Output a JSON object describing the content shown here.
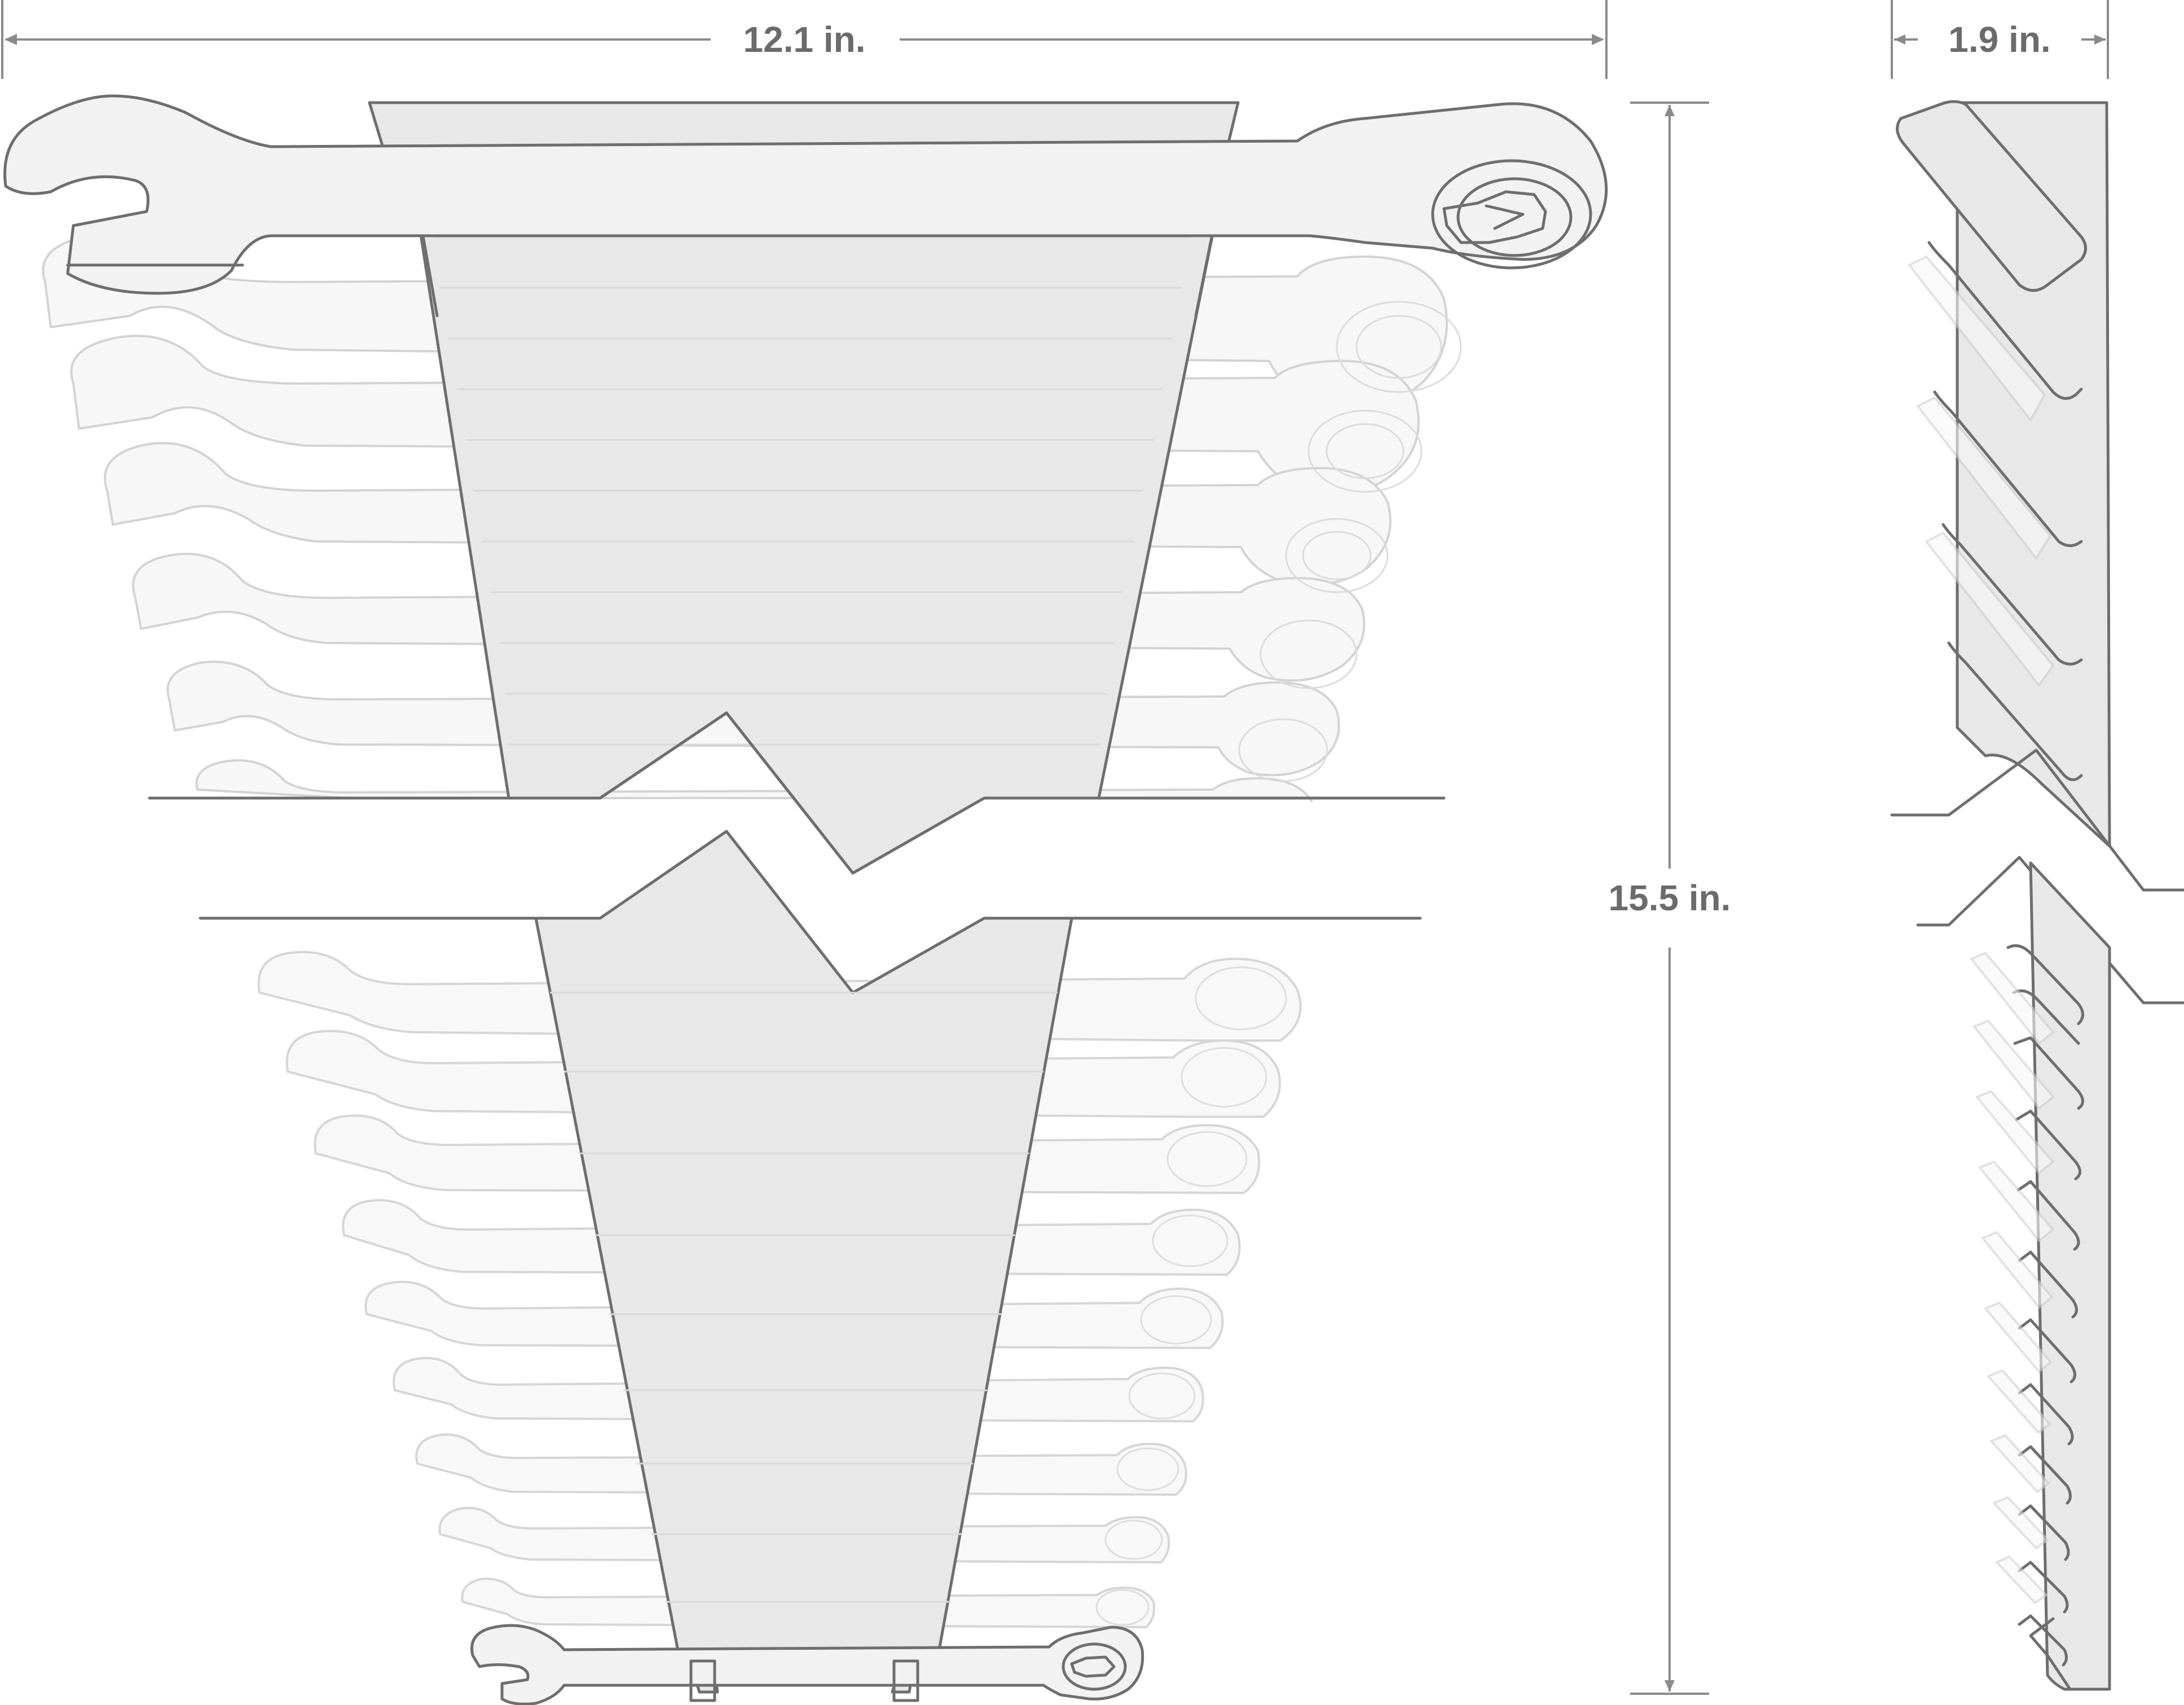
{
  "dimensions": {
    "width": "12.1 in.",
    "depth": "1.9 in.",
    "height": "15.5 in."
  },
  "colors": {
    "outline": "#6e6e6e",
    "rack_fill": "#e8e8e8",
    "ghost_stroke": "#cfcfcf",
    "label": "#6b6b6b"
  }
}
